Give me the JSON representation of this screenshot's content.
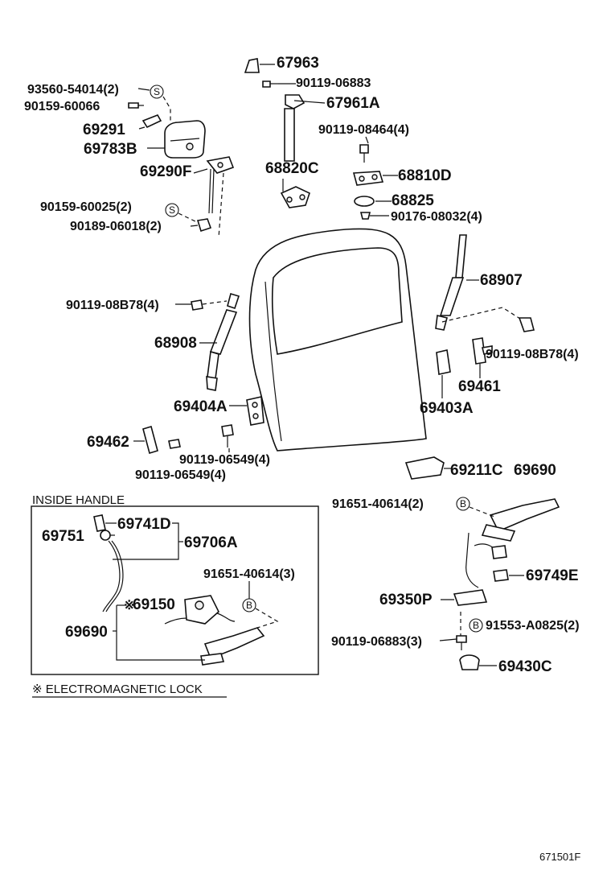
{
  "labels": {
    "p67963": "67963",
    "p93560": "93560-54014(2)",
    "p90119_06883_top": "90119-06883",
    "p90159_60066": "90159-60066",
    "p67961A": "67961A",
    "p69291": "69291",
    "p90119_08464": "90119-08464(4)",
    "p69783B": "69783B",
    "p69290F": "69290F",
    "p68820C": "68820C",
    "p68810D": "68810D",
    "p90159_60025": "90159-60025(2)",
    "p68825": "68825",
    "p90189_06018": "90189-06018(2)",
    "p90176_08032": "90176-08032(4)",
    "p68907": "68907",
    "p90119_08B78_left": "90119-08B78(4)",
    "p68908": "68908",
    "p90119_08B78_right": "90119-08B78(4)",
    "p69461": "69461",
    "p69404A": "69404A",
    "p69403A": "69403A",
    "p69462": "69462",
    "p90119_06549_a": "90119-06549(4)",
    "p90119_06549_b": "90119-06549(4)",
    "p69211C": "69211C",
    "p69690_top": "69690",
    "p91651_40614_2": "91651-40614(2)",
    "p69741D": "69741D",
    "p69751": "69751",
    "p69706A": "69706A",
    "p69749E": "69749E",
    "p91651_40614_3": "91651-40614(3)",
    "p69350P": "69350P",
    "p69150": "69150",
    "p69690_box": "69690",
    "p91553": "91553-A0825(2)",
    "p90119_06883_3": "90119-06883(3)",
    "p69430C": "69430C",
    "star": "※",
    "circle_s": "S",
    "circle_b": "B"
  },
  "inside_handle_title": "INSIDE HANDLE",
  "electromagnetic_note": "※ ELECTROMAGNETIC LOCK",
  "figure_code": "671501F"
}
